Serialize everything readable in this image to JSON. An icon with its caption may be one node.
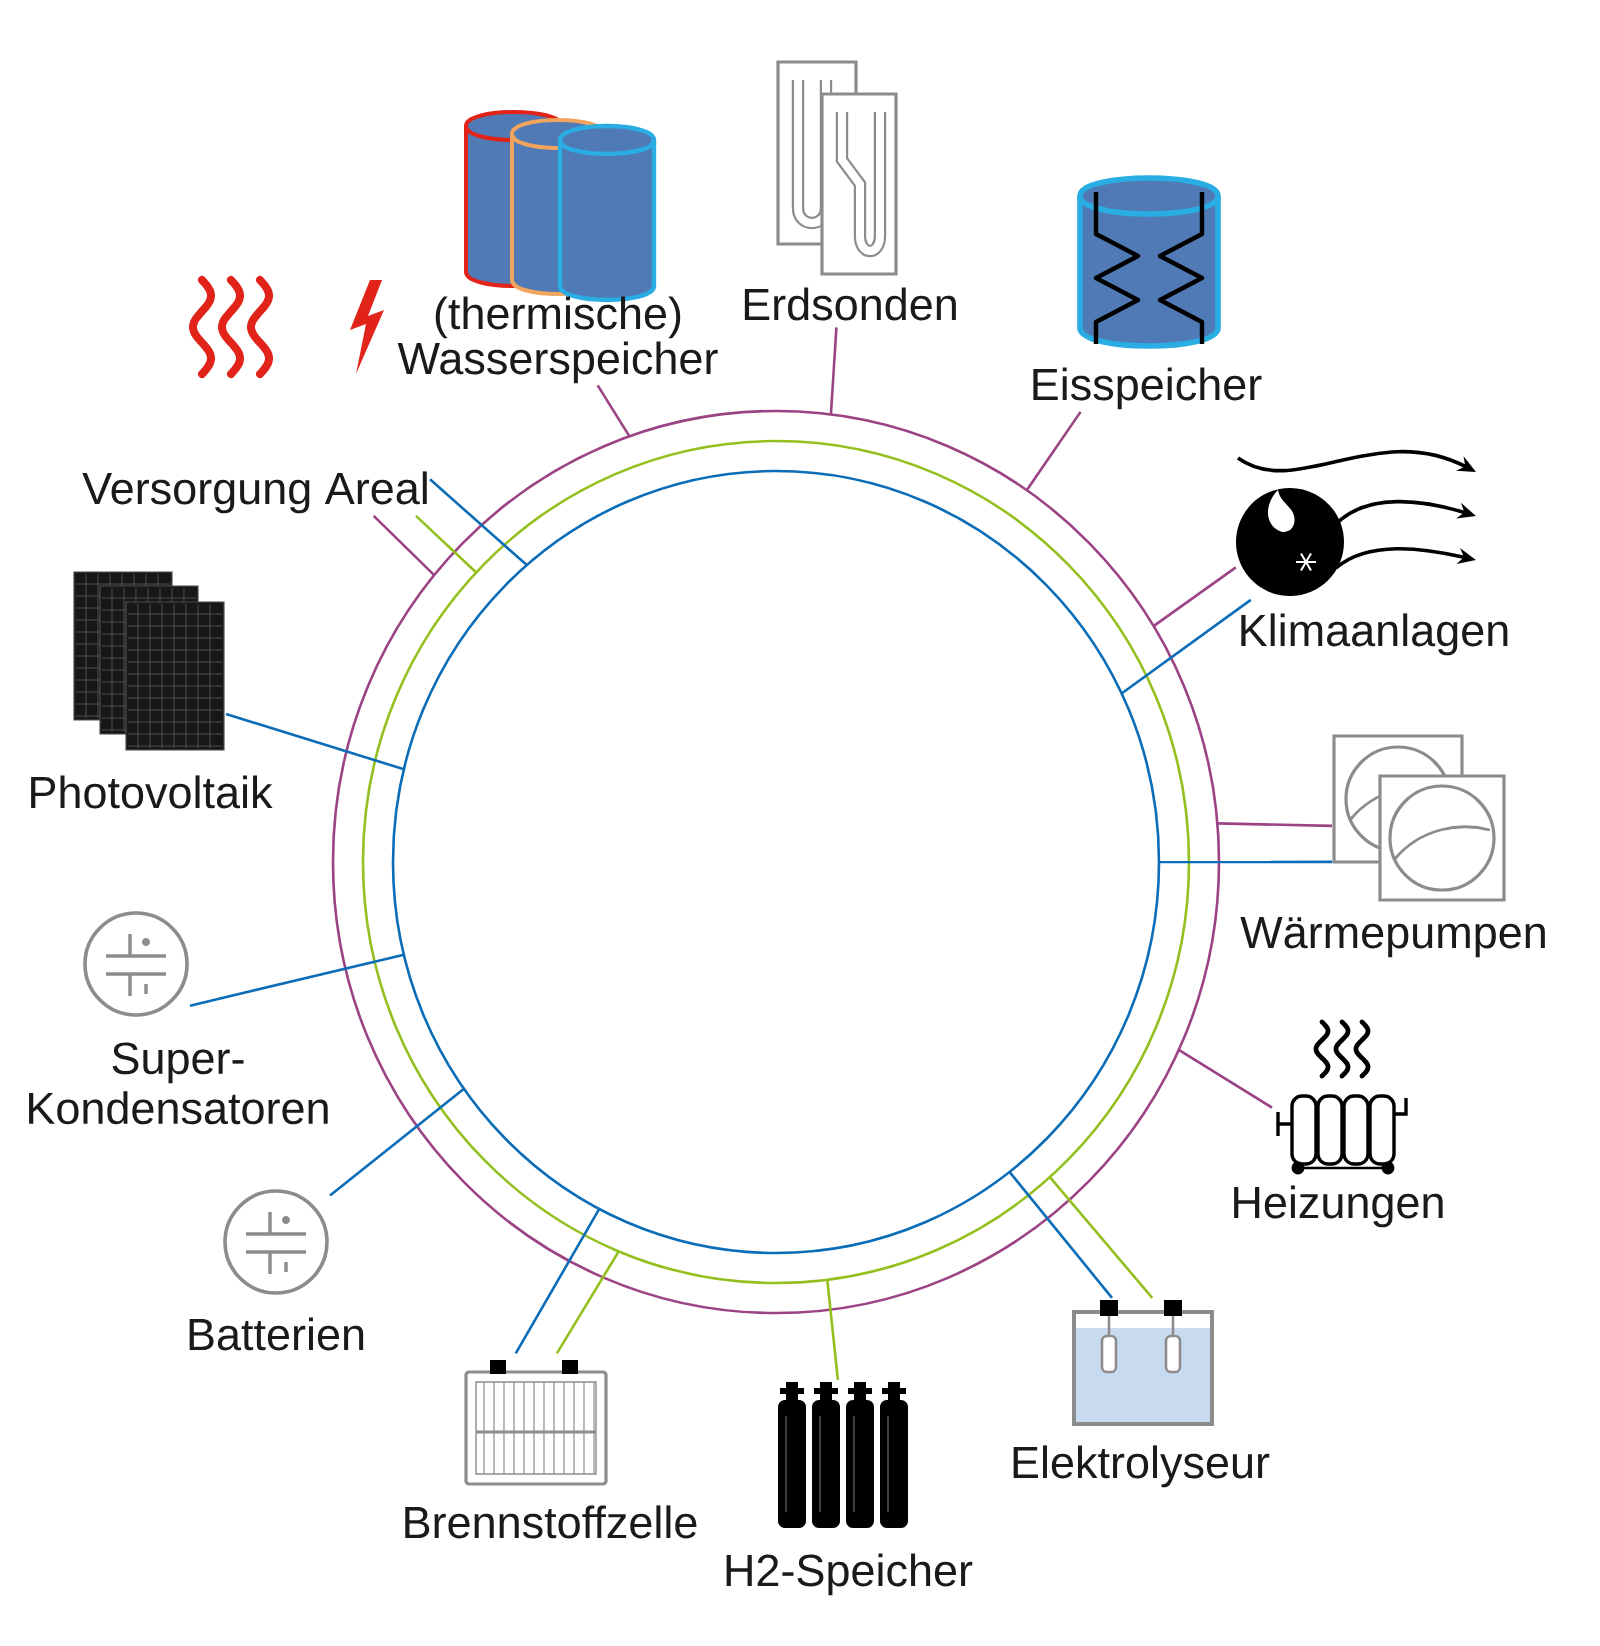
{
  "diagram": {
    "nodes": [
      {
        "text": [],
        "shape": "circle"
      },
      {
        "text": [],
        "shape": "circle",
        "in": 0
      },
      {
        "text": [],
        "shape": "circle",
        "in": 1
      },
      {
        "text": [
          "Versorgung Areal"
        ]
      },
      {
        "text": [
          "(thermische) Wasserspeicher"
        ]
      },
      {
        "text": [
          "Erdsonden"
        ]
      },
      {
        "text": [
          "Eisspeicher"
        ]
      },
      {
        "text": [
          "Klimaanlagen"
        ]
      },
      {
        "text": [
          "Wärmepumpen"
        ]
      },
      {
        "text": [
          "Heizungen"
        ]
      },
      {
        "text": [
          "Elektrolyseur"
        ]
      },
      {
        "text": [
          "H2-Speicher"
        ]
      },
      {
        "text": [
          "Brennstoffzelle"
        ]
      },
      {
        "text": [
          "Batterien"
        ]
      },
      {
        "text": [
          "Super- Kondensatoren"
        ]
      },
      {
        "text": [
          "Photovoltaik"
        ]
      }
    ],
    "edges": [
      {
        "from": 3,
        "to": 0,
        "arrow": "none",
        "color": "#9b4384"
      },
      {
        "from": 3,
        "to": 1,
        "arrow": "none",
        "color": "#93c01f"
      },
      {
        "from": 3,
        "to": 2,
        "arrow": "none"
      },
      {
        "from": 4,
        "to": 0,
        "arrow": "none",
        "color": "#9b4384"
      },
      {
        "from": 5,
        "to": 0,
        "arrow": "none",
        "color": "#9b4384"
      },
      {
        "from": 6,
        "to": 0,
        "arrow": "none",
        "color": "#9b4384"
      },
      {
        "from": 7,
        "to": 0,
        "arrow": "none",
        "color": "#9b4384"
      },
      {
        "from": 7,
        "to": 2,
        "arrow": "none"
      },
      {
        "from": 8,
        "to": 0,
        "arrow": "none",
        "color": "#9b4384"
      },
      {
        "from": 8,
        "to": 2,
        "arrow": "none"
      },
      {
        "from": 9,
        "to": 0,
        "arrow": "none",
        "color": "#9b4384"
      },
      {
        "from": 10,
        "to": 2,
        "arrow": "none"
      },
      {
        "from": 10,
        "to": 1,
        "arrow": "none",
        "color": "#93c01f"
      },
      {
        "from": 11,
        "to": 1,
        "arrow": "none",
        "color": "#93c01f"
      },
      {
        "from": 12,
        "to": 2,
        "arrow": "none"
      },
      {
        "from": 12,
        "to": 1,
        "arrow": "none",
        "color": "#93c01f"
      },
      {
        "from": 13,
        "to": 2,
        "arrow": "none"
      },
      {
        "from": 14,
        "to": 2,
        "arrow": "none"
      },
      {
        "from": 15,
        "to": 2,
        "arrow": "none"
      }
    ]
  }
}
